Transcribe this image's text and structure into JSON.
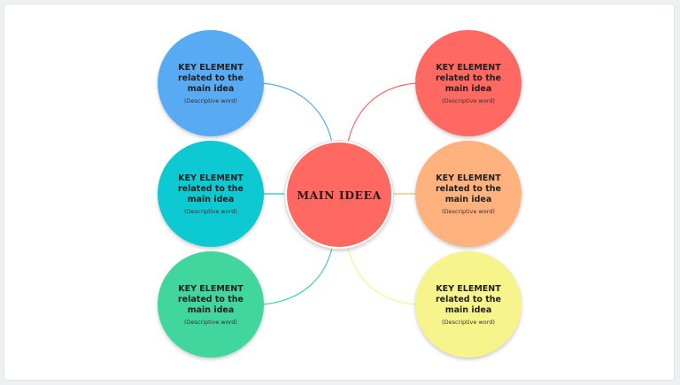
{
  "diagram": {
    "center": {
      "label": "MAIN IDEEA",
      "color": "#ff6961"
    },
    "nodes": [
      {
        "id": "top-left",
        "title": "KEY ELEMENT related to the main idea",
        "subtitle": "(Descriptive word)",
        "color": "#58aaf3"
      },
      {
        "id": "middle-left",
        "title": "KEY ELEMENT related to the main idea",
        "subtitle": "(Descriptive word)",
        "color": "#0dc9d1"
      },
      {
        "id": "bottom-left",
        "title": "KEY ELEMENT related to the main idea",
        "subtitle": "(Descriptive word)",
        "color": "#40d69e"
      },
      {
        "id": "top-right",
        "title": "KEY ELEMENT related to the main idea",
        "subtitle": "(Descriptive word)",
        "color": "#ff6961"
      },
      {
        "id": "middle-right",
        "title": "KEY ELEMENT related to the main idea",
        "subtitle": "(Descriptive word)",
        "color": "#ffb27e"
      },
      {
        "id": "bottom-right",
        "title": "KEY ELEMENT related to the main idea",
        "subtitle": "(Descriptive word)",
        "color": "#f8f48c"
      }
    ]
  }
}
